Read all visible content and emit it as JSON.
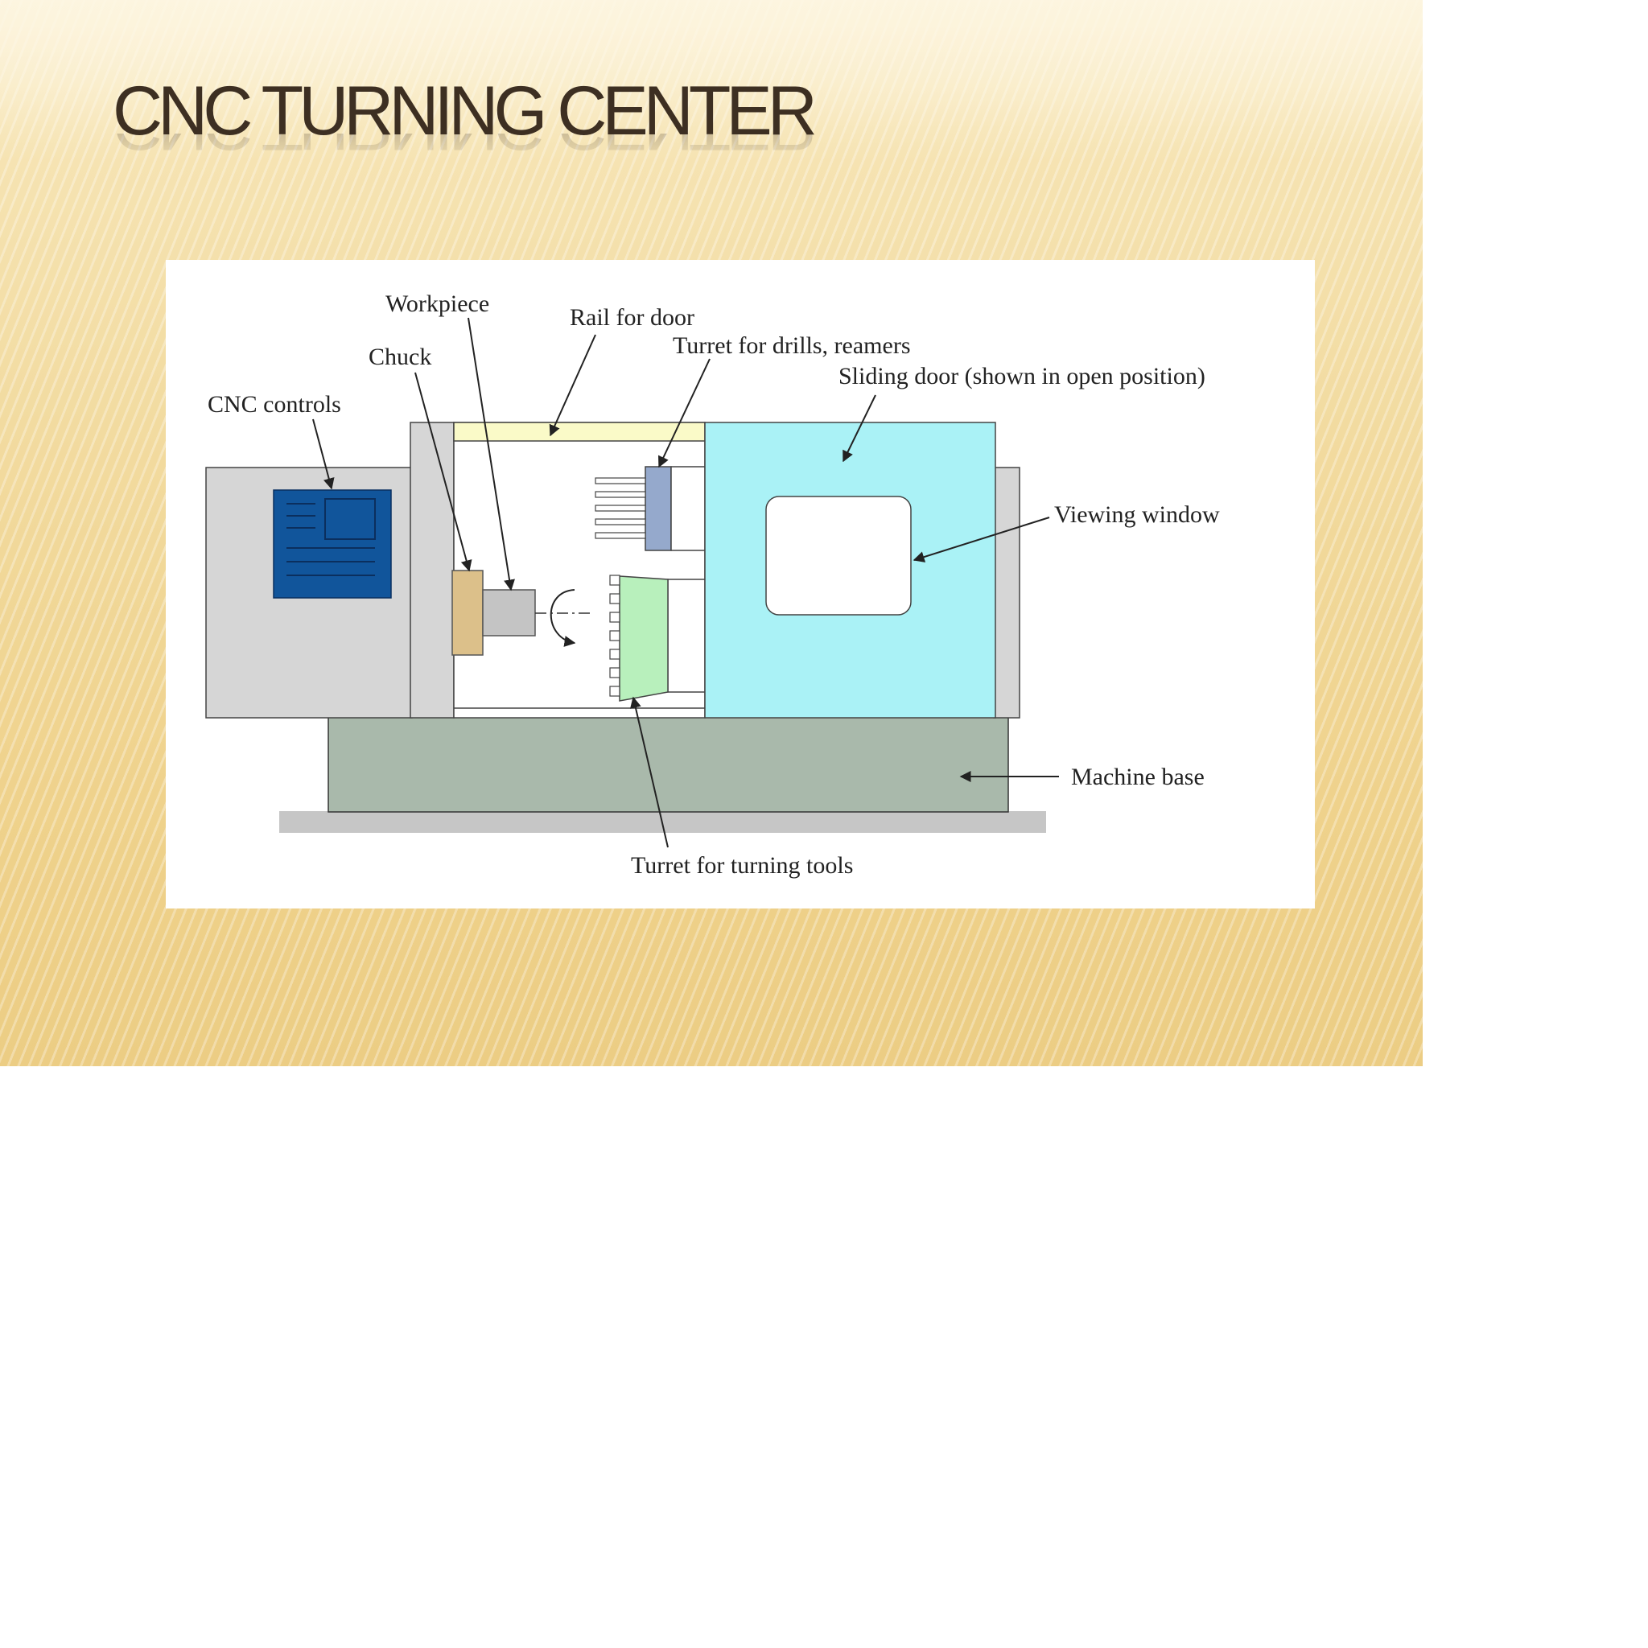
{
  "slide": {
    "title": "CNC TURNING CENTER"
  },
  "diagram": {
    "labels": {
      "workpiece": "Workpiece",
      "rail_for_door": "Rail for door",
      "chuck": "Chuck",
      "turret_drills": "Turret for drills, reamers",
      "sliding_door": "Sliding door (shown in open position)",
      "cnc_controls": "CNC controls",
      "viewing_window": "Viewing window",
      "machine_base": "Machine base",
      "turret_turning": "Turret for turning tools"
    },
    "colors": {
      "housing": "#d6d6d6",
      "control_panel": "#11559b",
      "rail": "#fafac8",
      "chuck": "#dcc08a",
      "workpiece": "#c4c4c4",
      "drill_turret": "#95a9cc",
      "turning_turret": "#b8f0bc",
      "sliding_door": "#aaf2f6",
      "machine_base": "#a9b9ab",
      "floor": "#c6c6c6"
    }
  }
}
